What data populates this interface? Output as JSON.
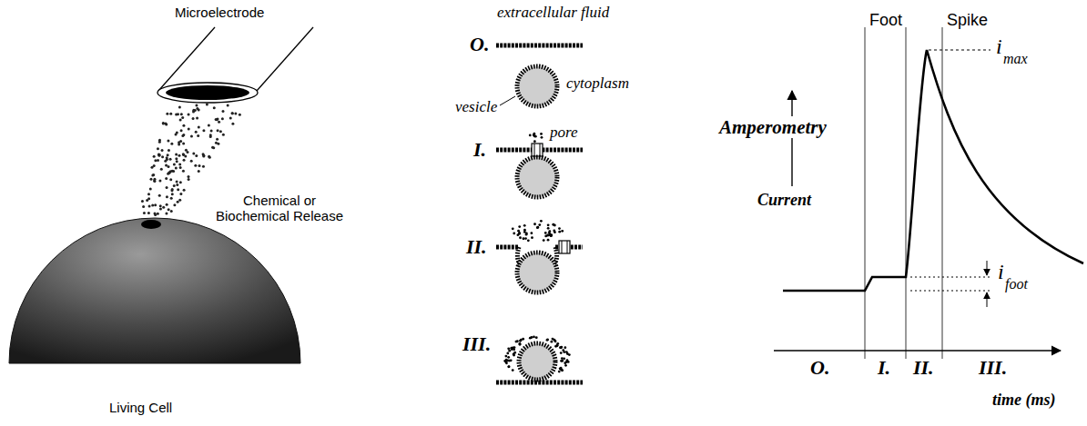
{
  "diagram": {
    "labels": [
      "Microelectrode",
      "Chemical or Biochemical Release",
      "Living Cell",
      "extracellular fluid",
      "O.",
      "cytoplasm",
      "vesicle",
      "I.",
      "pore",
      "II.",
      "III.",
      "Foot",
      "Spike",
      "i",
      "max",
      "Amperometry",
      "Current",
      "i",
      "foot",
      "O.",
      "I.",
      "II.",
      "III.",
      "time (ms)"
    ]
  }
}
